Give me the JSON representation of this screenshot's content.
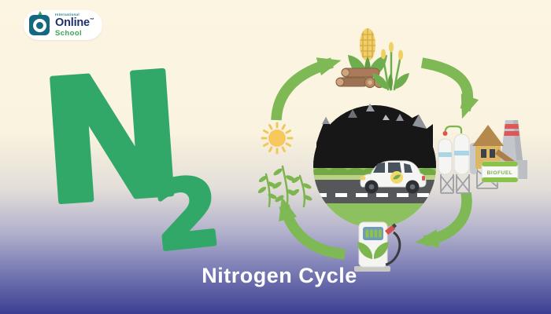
{
  "logo": {
    "line_top": "International",
    "line_main": "Online",
    "trademark": "™",
    "line_sub": "School"
  },
  "formula": {
    "element": "N",
    "subscript": "2"
  },
  "diagram": {
    "biofuel_label": "BIOFUEL",
    "icons": [
      "corn-icon",
      "logs-icon",
      "crop-stalks-icon",
      "biofuel-factory-icon",
      "chimney-icon",
      "biofuel-tank-icon",
      "fuel-pump-icon",
      "seedlings-icon",
      "sun-icon",
      "mountain-road-scene",
      "eco-car-icon",
      "cycle-arrow-top-left",
      "cycle-arrow-top-right",
      "cycle-arrow-bottom-right",
      "cycle-arrow-bottom-left"
    ]
  },
  "title": {
    "text": "Nitrogen Cycle"
  },
  "colors": {
    "background_top": "#fcf5e1",
    "background_bottom": "#3c3f92",
    "formula_green": "#31a768",
    "arrow_green": "#7eb955",
    "logo_navy": "#1e2f6e",
    "logo_green": "#3aa655",
    "logo_teal": "#136a80",
    "biofuel_text_green": "#76b14a",
    "title_color": "#ffffff"
  }
}
